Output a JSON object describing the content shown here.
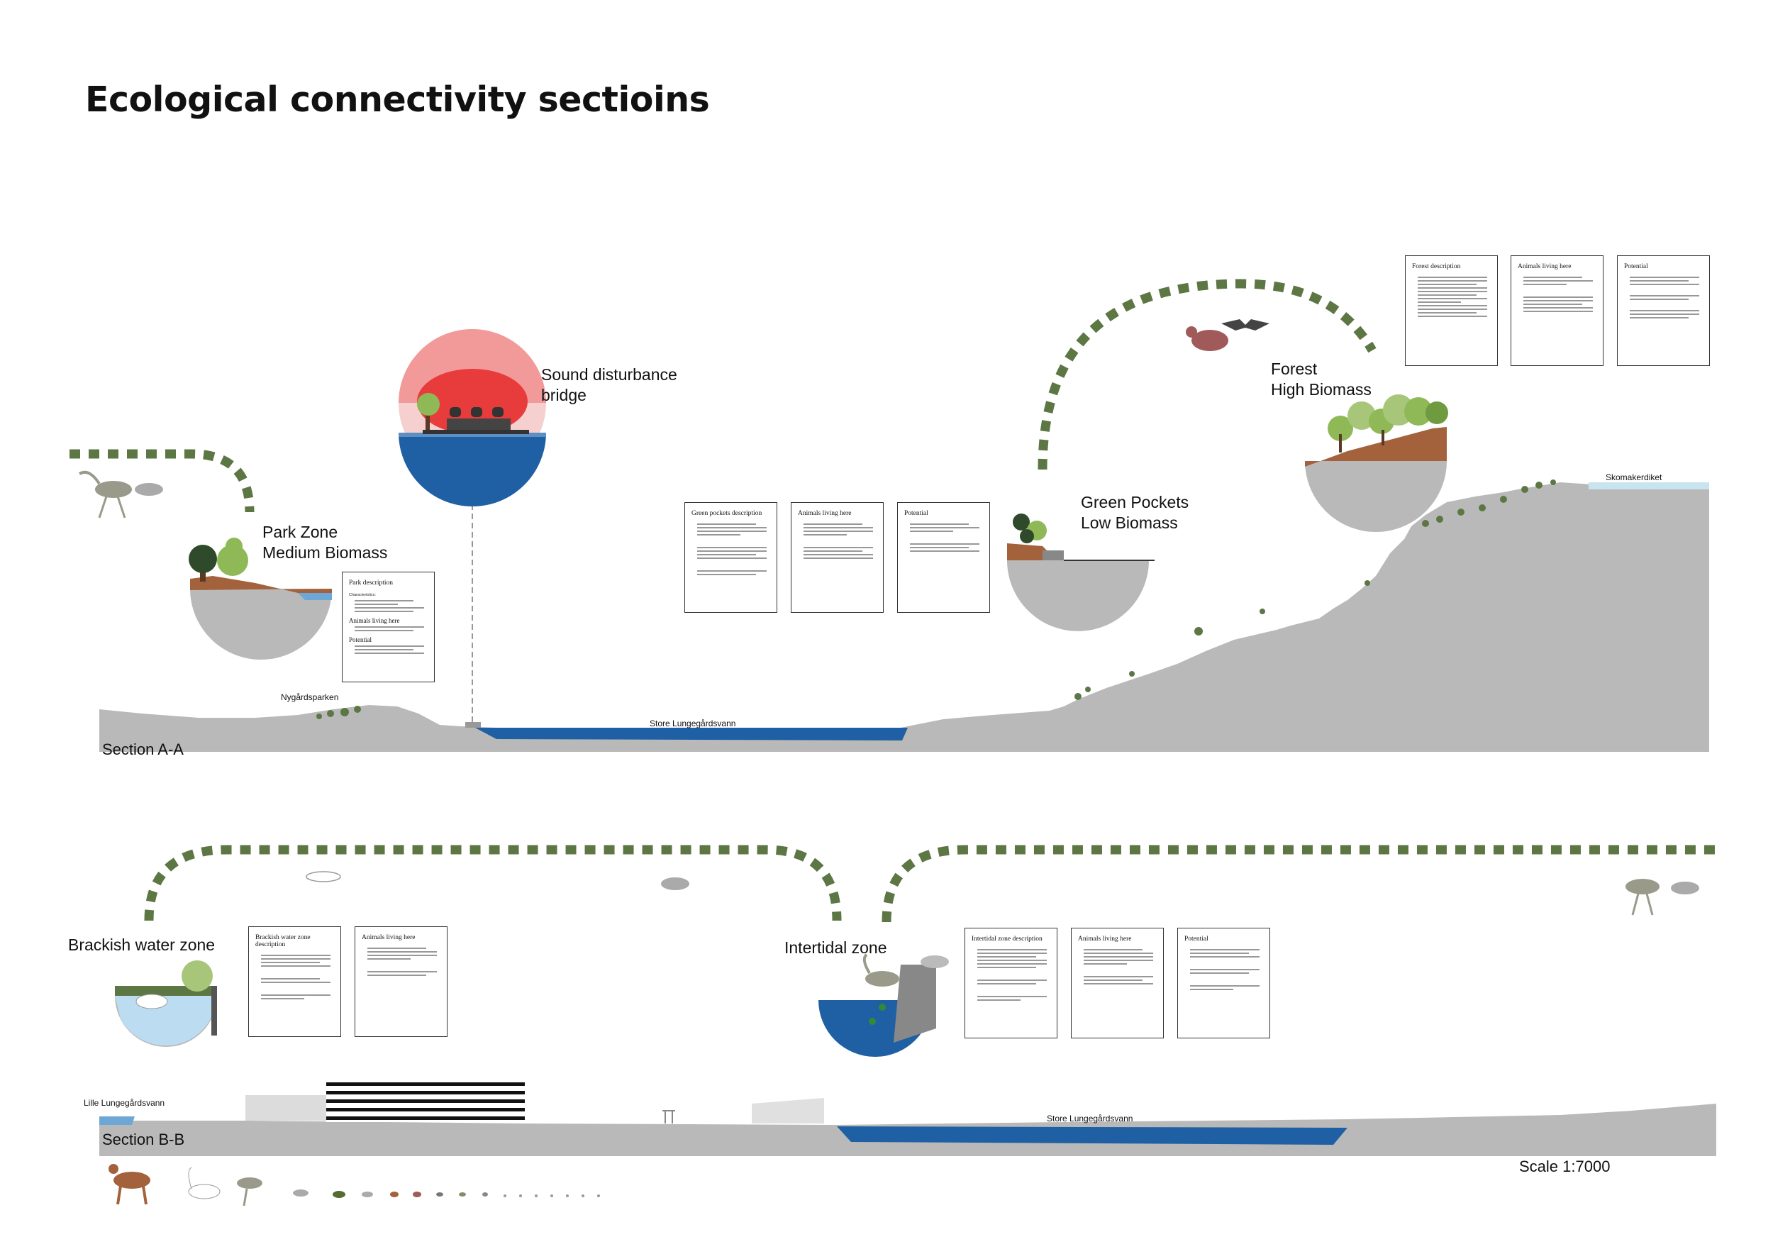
{
  "title": "Ecological connectivity sectioins",
  "colors": {
    "ground": "#b9b9b9",
    "water": "#1f5fa3",
    "corridor": "#5d7744",
    "soil": "#a3623c",
    "tree": "#8fb957",
    "noise": "#e83b3b"
  },
  "section_a": {
    "label": "Section A-A",
    "places": {
      "park": "Nygårdsparken",
      "lake": "Store Lungegårdsvann",
      "hill": "Skomakerdiket"
    },
    "zones": {
      "park": [
        "Park Zone",
        "Medium Biomass"
      ],
      "bridge": [
        "Sound disturbance",
        "bridge"
      ],
      "green": [
        "Green Pockets",
        "Low Biomass"
      ],
      "forest": [
        "Forest",
        "High Biomass"
      ]
    },
    "cards": {
      "park_title": "Park description",
      "park_chars": "Characteristics:",
      "park_animals": "Animals living here",
      "park_potential": "Potential",
      "gp_desc": "Green pockets description",
      "gp_animals": "Animals living here",
      "gp_potential": "Potential",
      "forest_desc": "Forest description",
      "forest_animals": "Animals living here",
      "forest_potential": "Potential"
    }
  },
  "section_b": {
    "label": "Section B-B",
    "places": {
      "small_lake": "Lille Lungegårdsvann",
      "lake": "Store Lungegårdsvann"
    },
    "zones": {
      "brackish": "Brackish water zone",
      "intertidal": "Intertidal zone"
    },
    "cards": {
      "bw_desc": "Brackish water zone description",
      "bw_animals": "Animals living here",
      "it_desc": "Intertidal zone description",
      "it_animals": "Animals living here",
      "it_potential": "Potential"
    }
  },
  "scale": "Scale 1:7000",
  "legend_icons": [
    "deer-icon",
    "swan-icon",
    "heron-icon",
    "gull-icon",
    "duck-icon",
    "gull-small-icon",
    "fish-icon",
    "bird-icon",
    "bird-small-icon",
    "frog-icon",
    "insect-icon"
  ]
}
